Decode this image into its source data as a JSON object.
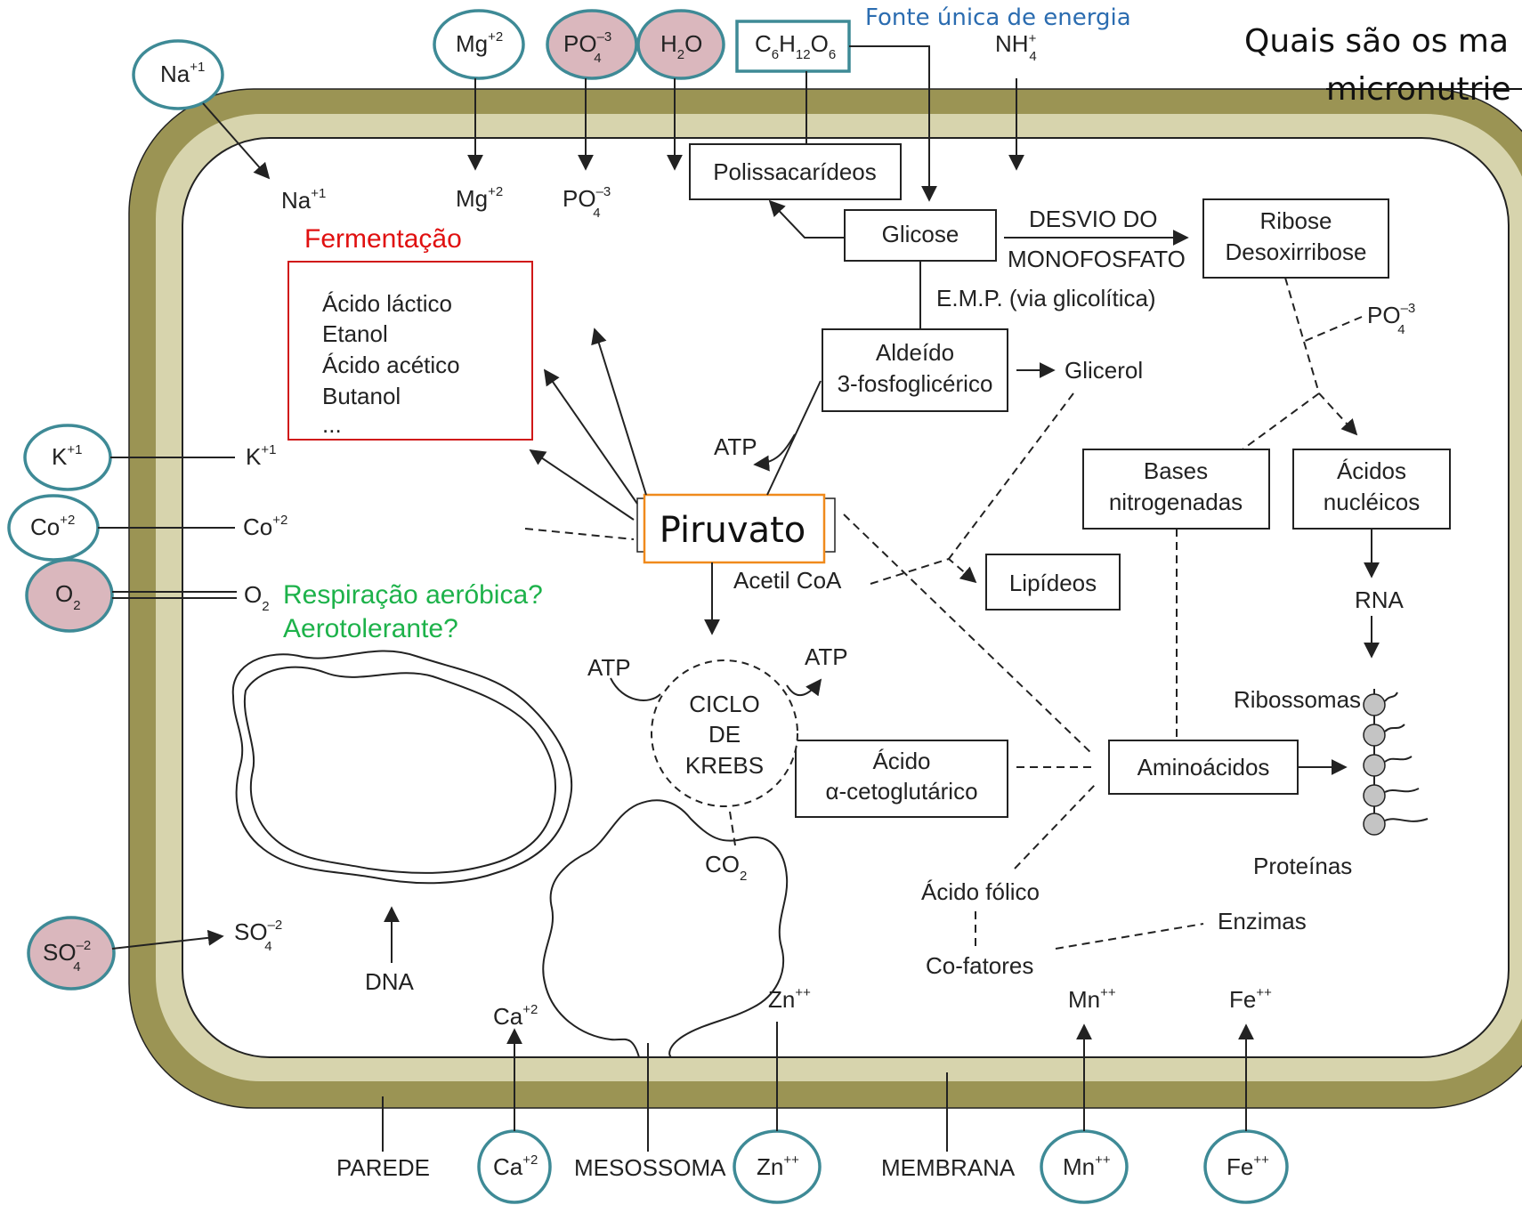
{
  "title_top_right": "Quais são os ma",
  "title_top_right_line2": "micronutrie",
  "energy_label": "Fonte única de energia",
  "ions_outside": {
    "na": "Na",
    "na_sup": "+1",
    "mg": "Mg",
    "mg_sup": "+2",
    "po4": "PO",
    "po4_sup": "–3",
    "po4_sub": "4",
    "h2o_a": "H",
    "h2o_sub": "2",
    "h2o_b": "O",
    "glucose": "C",
    "glucose_s1": "6",
    "glucose_h": "H",
    "glucose_s2": "12",
    "glucose_o": "O",
    "glucose_s3": "6",
    "nh4": "NH",
    "nh4_sup": "+",
    "nh4_sub": "4",
    "k": "K",
    "k_sup": "+1",
    "co": "Co",
    "co_sup": "+2",
    "o2": "O",
    "o2_sub": "2",
    "so4": "SO",
    "so4_sup": "–2",
    "so4_sub": "4",
    "ca": "Ca",
    "ca_sup": "+2",
    "zn": "Zn",
    "zn_sup": "++",
    "mn": "Mn",
    "mn_sup": "++",
    "fe": "Fe",
    "fe_sup": "++"
  },
  "ions_inside": {
    "na": "Na",
    "na_sup": "+1",
    "mg": "Mg",
    "mg_sup": "+2",
    "po4": "PO",
    "po4_sup": "–3",
    "po4_sub": "4",
    "k": "K",
    "k_sup": "+1",
    "co": "Co",
    "co_sup": "+2",
    "o2": "O",
    "o2_sub": "2",
    "so4": "SO",
    "so4_sup": "–2",
    "so4_sub": "4",
    "ca": "Ca",
    "ca_sup": "+2",
    "zn": "Zn",
    "zn_sup": "++",
    "mn": "Mn",
    "mn_sup": "++",
    "fe": "Fe",
    "fe_sup": "++",
    "po4_right": "PO",
    "po4_right_sup": "–3",
    "po4_right_sub": "4"
  },
  "boxes": {
    "polissacarideos": "Polissacarídeos",
    "glicose": "Glicose",
    "ribose_1": "Ribose",
    "ribose_2": "Desoxirribose",
    "aldeido_1": "Aldeído",
    "aldeido_2": "3-fosfoglicérico",
    "bases_1": "Bases",
    "bases_2": "nitrogenadas",
    "acidos_1": "Ácidos",
    "acidos_2": "nucléicos",
    "piruvato": "Piruvato",
    "lipideos": "Lipídeos",
    "cetoglutarico_1": "Ácido",
    "cetoglutarico_2": "α-cetoglutárico",
    "aminoacidos": "Aminoácidos"
  },
  "fermentation": {
    "title": "Fermentação",
    "items": [
      "Ácido láctico",
      "Etanol",
      "Ácido acético",
      "Butanol",
      "..."
    ]
  },
  "labels": {
    "desvio_1": "DESVIO DO",
    "desvio_2": "MONOFOSFATO",
    "emp": "E.M.P. (via glicolítica)",
    "glicerol": "Glicerol",
    "atp_left": "ATP",
    "acetil": "Acetil CoA",
    "atp_krebs_in": "ATP",
    "atp_krebs_out": "ATP",
    "krebs_1": "CICLO",
    "krebs_2": "DE",
    "krebs_3": "KREBS",
    "co2": "CO",
    "co2_sub": "2",
    "rna": "RNA",
    "ribossomas": "Ribossomas",
    "proteinas": "Proteínas",
    "acido_folico": "Ácido fólico",
    "enzimas": "Enzimas",
    "cofatores": "Co-fatores",
    "dna": "DNA",
    "resp_1": "Respiração aeróbica?",
    "resp_2": "Aerotolerante?"
  },
  "bottom_labels": {
    "parede": "PAREDE",
    "mesossoma": "MESOSSOMA",
    "membrana": "MEMBRANA"
  },
  "colors": {
    "wall": "#9b9454",
    "membrane": "#d7d4ad",
    "ion_outline": "#3e8a96",
    "ion_highlight": "#dab7bd",
    "fermentation": "#e01010",
    "respiration": "#1db24a",
    "energy": "#2b6cb0",
    "piruvato_box": "#f08a1c"
  }
}
